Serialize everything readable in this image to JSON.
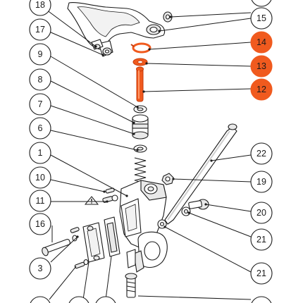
{
  "colors": {
    "highlight": "#f05a1e",
    "line": "#1a1a1a",
    "background": "#ffffff"
  },
  "icons": {
    "warning": "warning-triangle-icon"
  },
  "callouts": {
    "c18": "18",
    "c17": "17",
    "c9": "9",
    "c8": "8",
    "c7": "7",
    "c6": "6",
    "c1": "1",
    "c10": "10",
    "c11": "11",
    "c16": "16",
    "c3": "3",
    "c15": "15",
    "c14": "14",
    "c13": "13",
    "c12": "12",
    "c22": "22",
    "c19": "19",
    "c20": "20",
    "c21a": "21",
    "c21b": "21"
  },
  "highlighted_callouts": [
    "14",
    "13",
    "12"
  ]
}
